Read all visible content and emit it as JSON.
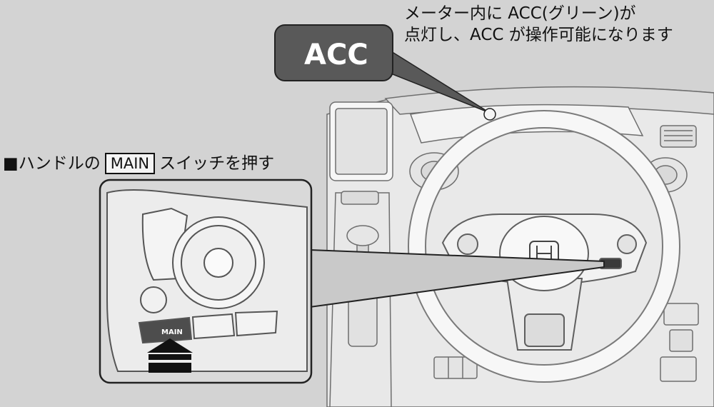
{
  "top_caption": {
    "line1": "メーター内に ACC(グリーン)が",
    "line2": "点灯し、ACC が操作可能になります"
  },
  "left_caption": {
    "prefix": "■ハンドルの",
    "button_label": "MAIN",
    "suffix": "スイッチを押す"
  },
  "acc_badge": {
    "label": "ACC",
    "color": "#595959"
  },
  "main_button": {
    "label": "MAIN"
  },
  "steering_logo": {
    "label": "H"
  }
}
